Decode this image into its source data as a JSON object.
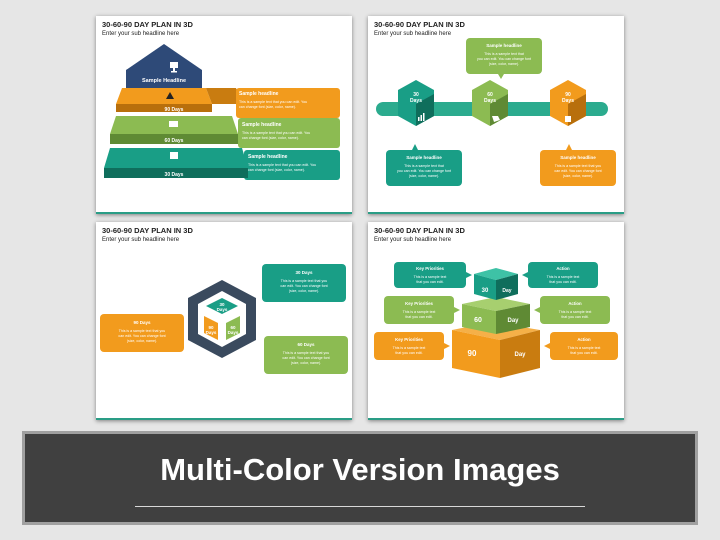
{
  "banner": {
    "text": "Multi-Color Version Images"
  },
  "slide1": {
    "title": "30-60-90 DAY PLAN IN 3D",
    "subtitle": "Enter your sub headline here",
    "house_label": "Sample Headline",
    "levels": [
      {
        "days": "90 Days",
        "heading": "Sample headline",
        "body": [
          "This is a sample text that you can edit. You",
          "can change font (size, color, name)."
        ]
      },
      {
        "days": "60 Days",
        "heading": "Sample headline",
        "body": [
          "This is a sample text that you can edit. You",
          "can change font (size, color, name)."
        ]
      },
      {
        "days": "30 Days",
        "heading": "Sample headline",
        "body": [
          "This is a sample text that you can edit. You",
          "can change font (size, color, name)."
        ]
      }
    ]
  },
  "slide2": {
    "title": "30-60-90 DAY PLAN IN 3D",
    "subtitle": "Enter your sub headline here",
    "cubes": [
      {
        "num": "30",
        "label": "Days"
      },
      {
        "num": "60",
        "label": "Days"
      },
      {
        "num": "90",
        "label": "Days"
      }
    ],
    "callout_top": {
      "heading": "Sample headline",
      "body": [
        "This is a sample text that",
        "you can edit. You can change font",
        "(size, color, name)."
      ]
    },
    "callout_left": {
      "heading": "Sample headline",
      "body": [
        "This is a sample text that",
        "you can edit. You can change font",
        "(size, color, name)."
      ]
    },
    "callout_right": {
      "heading": "Sample headline",
      "body": [
        "This is a sample text that you",
        "can edit. You can change font",
        "(size, color, name)."
      ]
    }
  },
  "slide3": {
    "title": "30-60-90 DAY PLAN IN 3D",
    "subtitle": "Enter your sub headline here",
    "faces": [
      {
        "num": "30",
        "label": "Days"
      },
      {
        "num": "90",
        "label": "Days"
      },
      {
        "num": "60",
        "label": "Days"
      }
    ],
    "box30": {
      "heading": "30 Days",
      "body": [
        "This is a sample text that you",
        "can edit. You can change font",
        "(size, color, name)."
      ]
    },
    "box90": {
      "heading": "90 Days",
      "body": [
        "This is a sample text that you",
        "can edit. You can change font",
        "(size, color, name)."
      ]
    },
    "box60": {
      "heading": "60 Days",
      "body": [
        "This is a sample text that you",
        "can edit. You can change font",
        "(size, color, name)."
      ]
    }
  },
  "slide4": {
    "title": "30-60-90 DAY PLAN IN 3D",
    "subtitle": "Enter your sub headline here",
    "tiers": [
      {
        "num": "30",
        "label": "Day"
      },
      {
        "num": "60",
        "label": "Day"
      },
      {
        "num": "90",
        "label": "Day"
      }
    ],
    "left": [
      {
        "heading": "Key Priorities",
        "body": [
          "This is a sample text",
          "that you can edit."
        ]
      },
      {
        "heading": "Key Priorities",
        "body": [
          "This is a sample text",
          "that you can edit."
        ]
      },
      {
        "heading": "Key Priorities",
        "body": [
          "This is a sample text",
          "that you can edit."
        ]
      }
    ],
    "right": [
      {
        "heading": "Action",
        "body": [
          "This is a sample text",
          "that you can edit."
        ]
      },
      {
        "heading": "Action",
        "body": [
          "This is a sample text",
          "that you can edit."
        ]
      },
      {
        "heading": "Action",
        "body": [
          "This is a sample text",
          "that you can edit."
        ]
      }
    ]
  },
  "colors": {
    "orange": "#f29b1d",
    "green": "#8cbb52",
    "teal": "#199e86",
    "banner_bg": "#404040"
  }
}
